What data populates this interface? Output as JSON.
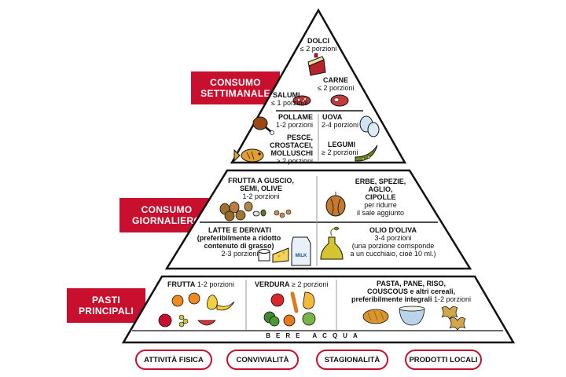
{
  "banners": {
    "weekly": [
      "CONSUMO",
      "SETTIMANALE"
    ],
    "daily": [
      "CONSUMO",
      "GIORNALIERO"
    ],
    "main": [
      "PASTI",
      "PRINCIPALI"
    ]
  },
  "weekly": {
    "dolci_name": "DOLCI",
    "dolci_portions": "≤ 2 porzioni",
    "carne_name": "CARNE",
    "carne_portions": "≤ 2 porzioni",
    "salumi_name": "SALUMI",
    "salumi_portions": "≤ 1 porzioni",
    "pollame_name": "POLLAME",
    "pollame_portions": "1-2 porzioni",
    "uova_name": "UOVA",
    "uova_portions": "2-4 porzioni",
    "pesce_name": [
      "PESCE,",
      "CROSTACEI,",
      "MOLLUSCHI"
    ],
    "pesce_portions": "≥ 2 porzioni",
    "legumi_name": "LEGUMI",
    "legumi_portions": "≥ 2 porzioni"
  },
  "daily": {
    "frutta_guscio_name": [
      "FRUTTA A GUSCIO,",
      "SEMI, OLIVE"
    ],
    "frutta_guscio_portions": "1-2 porzioni",
    "erbe_name": [
      "ERBE, SPEZIE,",
      "AGLIO,",
      "CIPOLLE"
    ],
    "erbe_note": [
      "per ridurre",
      "il sale aggiunto"
    ],
    "latte_name": "LATTE E DERIVATI",
    "latte_note": [
      "(preferibilmente a ridotto",
      "contenuto di grasso)"
    ],
    "latte_portions": "2-3 porzioni",
    "olio_name": "OLIO D'OLIVA",
    "olio_portions": "3-4 porzioni",
    "olio_note": [
      "(una porzione corrisponde",
      "a un cucchiaio, cioè 10 ml.)"
    ],
    "milk_label": "MILK"
  },
  "main": {
    "frutta_name": "FRUTTA",
    "frutta_portions": "1-2 porzioni",
    "verdura_name": "VERDURA",
    "verdura_portions": "≥ 2 porzioni",
    "pasta_name": [
      "PASTA, PANE, RISO,",
      "COUSCOUS e altri cereali,",
      "preferibilmente integrali"
    ],
    "pasta_portions": "1-2 porzioni"
  },
  "water": "BERE ACQUA",
  "footer_pills": [
    "ATTIVITÀ FISICA",
    "CONVIVIALITÀ",
    "STAGIONALITÀ",
    "PRODOTTI LOCALI"
  ],
  "colors": {
    "accent": "#c8102e",
    "outline": "#111111"
  },
  "icons": [
    "cake-icon",
    "steak-icon",
    "salami-icon",
    "drumstick-icon",
    "eggs-icon",
    "fish-icon",
    "legumes-icon",
    "nuts-icon",
    "onion-icon",
    "cheese-milk-icon",
    "olive-oil-icon",
    "fruit-icon",
    "vegetables-icon",
    "grains-icon"
  ]
}
